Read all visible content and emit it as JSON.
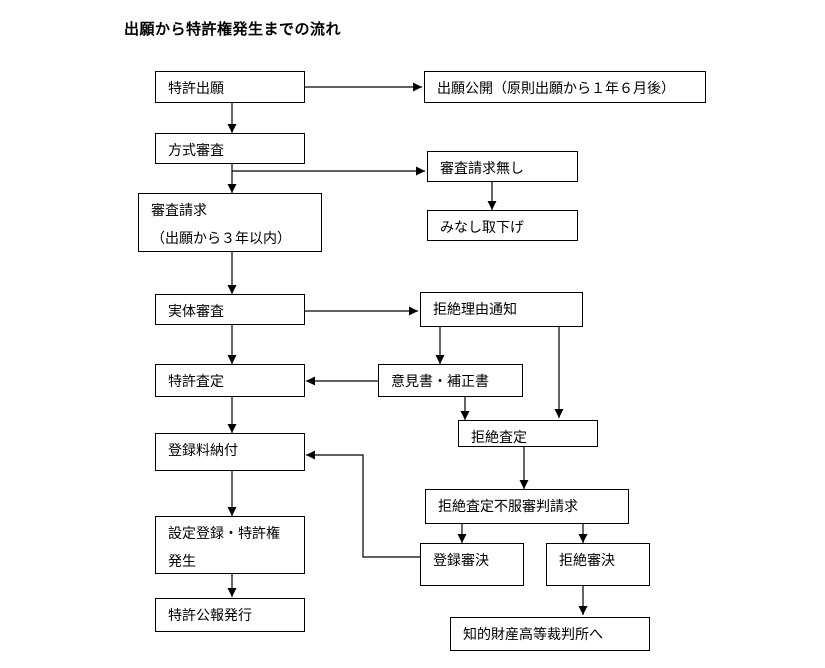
{
  "diagram": {
    "title": "出願から特許権発生までの流れ",
    "nodes": {
      "filing": "特許出願",
      "publication": "出願公開（原則出願から１年６月後）",
      "formal_exam": "方式審査",
      "no_request": "審査請求無し",
      "deemed_withdrawn": "みなし取下げ",
      "exam_request_1": "審査請求",
      "exam_request_2": "（出願から３年以内）",
      "substantive_exam": "実体審査",
      "refusal_notice": "拒絶理由通知",
      "patent_decision": "特許査定",
      "opinion_amendment": "意見書・補正書",
      "refusal_decision": "拒絶査定",
      "fee_payment": "登録料納付",
      "appeal_request": "拒絶査定不服審判請求",
      "registration_1": "設定登録・特許権",
      "registration_2": "発生",
      "registration_trial": "登録審決",
      "refusal_trial": "拒絶審決",
      "gazette": "特許公報発行",
      "ip_court": "知的財産高等裁判所へ"
    }
  }
}
